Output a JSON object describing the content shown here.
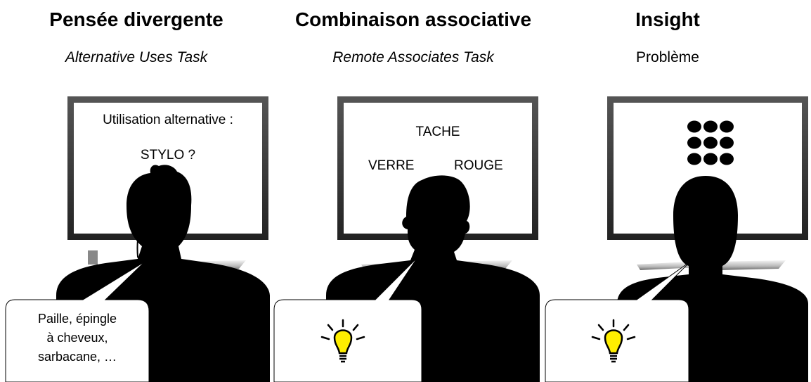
{
  "panels": [
    {
      "title": "Pensée divergente",
      "subtitle": "Alternative Uses Task",
      "screen": {
        "line1": "Utilisation alternative :",
        "line2": "STYLO ?"
      },
      "bubble": {
        "lines": [
          "Paille, épingle",
          "à cheveux,",
          "sarbacane, …"
        ]
      }
    },
    {
      "title": "Combinaison associative",
      "subtitle": "Remote Associates Task",
      "screen": {
        "top_word": "TACHE",
        "left_word": "VERRE",
        "right_word": "ROUGE"
      },
      "bubble": {
        "icon": "lightbulb-icon"
      }
    },
    {
      "title": "Insight",
      "subtitle": "Problème",
      "screen": {
        "puzzle": "nine-dot-puzzle",
        "dots_rows": 3,
        "dots_cols": 3
      },
      "bubble": {
        "icon": "lightbulb-icon"
      }
    }
  ],
  "colors": {
    "bulb": "#ffee00",
    "silhouette": "#000000",
    "monitor_frame": "#3a3a3a"
  }
}
